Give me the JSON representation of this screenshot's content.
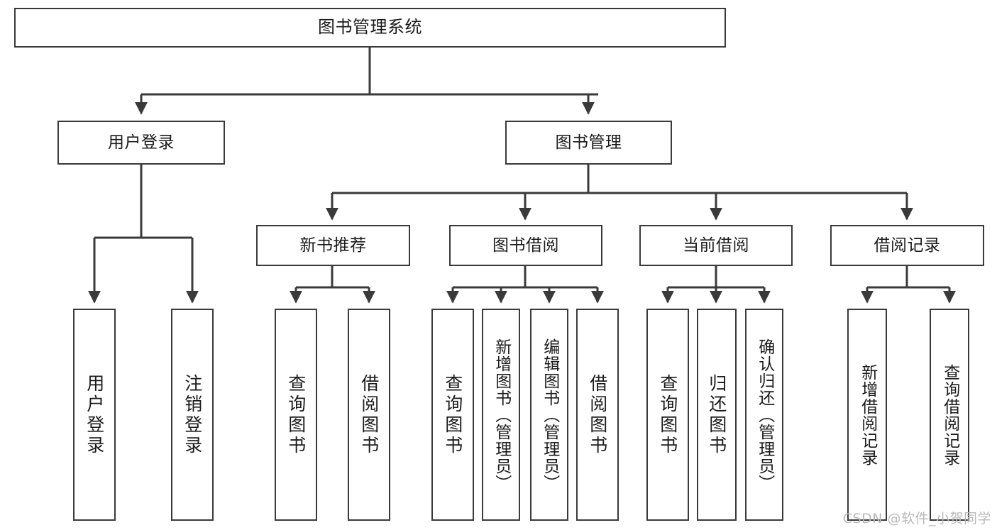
{
  "diagram": {
    "title_node": {
      "id": "root",
      "label": "图书管理系统"
    },
    "level1": [
      {
        "id": "n-user-login",
        "label": "用户登录"
      },
      {
        "id": "n-book-mgmt",
        "label": "图书管理"
      }
    ],
    "level2": [
      {
        "id": "n-new-book-rec",
        "label": "新书推荐"
      },
      {
        "id": "n-book-borrow",
        "label": "图书借阅"
      },
      {
        "id": "n-current-borrow",
        "label": "当前借阅"
      },
      {
        "id": "n-borrow-record",
        "label": "借阅记录"
      }
    ],
    "leaves": [
      {
        "id": "leaf-user-login",
        "label": "用户登录"
      },
      {
        "id": "leaf-logout",
        "label": "注销登录"
      },
      {
        "id": "leaf-query-book-rec",
        "label": "查询图书"
      },
      {
        "id": "leaf-borrow-book-rec",
        "label": "借阅图书"
      },
      {
        "id": "leaf-query-book-borrow",
        "label": "查询图书"
      },
      {
        "id": "leaf-add-book",
        "label": "新增图书（管理员）"
      },
      {
        "id": "leaf-edit-book",
        "label": "编辑图书（管理员）"
      },
      {
        "id": "leaf-borrow-book",
        "label": "借阅图书"
      },
      {
        "id": "leaf-query-book-cur",
        "label": "查询图书"
      },
      {
        "id": "leaf-return-book",
        "label": "归还图书"
      },
      {
        "id": "leaf-confirm-return",
        "label": "确认归还（管理员）"
      },
      {
        "id": "leaf-add-record",
        "label": "新增借阅记录"
      },
      {
        "id": "leaf-query-record",
        "label": "查询借阅记录"
      }
    ],
    "watermark": "CSDN @软件_小贺同学",
    "colors": {
      "stroke": "#3a3a3a",
      "fill": "#ffffff",
      "text": "#1b1b1b",
      "watermark": "#b9b9b9"
    }
  }
}
